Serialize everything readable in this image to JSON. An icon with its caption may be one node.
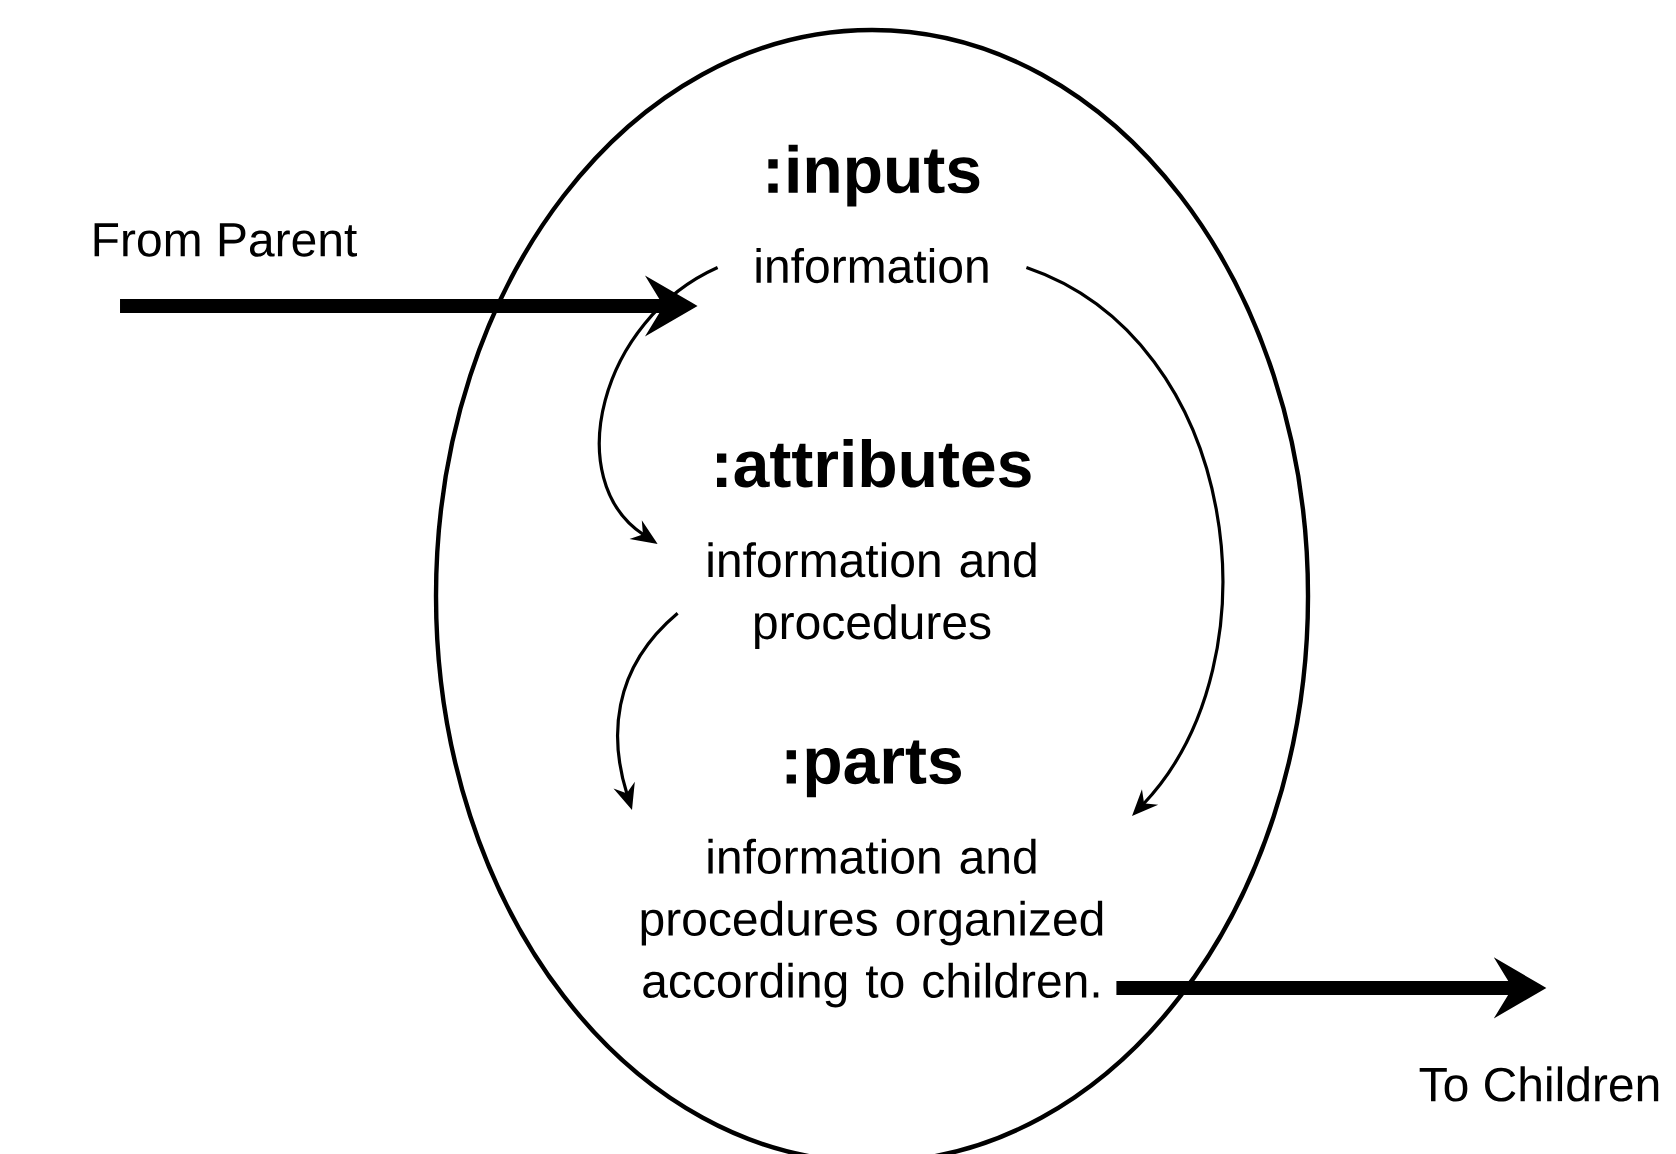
{
  "diagram": {
    "nodes": [
      {
        "text": [],
        "shape": "ellipse"
      },
      {
        "text": [
          ":inputs",
          "information"
        ],
        "in": 0
      },
      {
        "text": [
          ":attributes",
          "information and procedures"
        ],
        "in": 0
      },
      {
        "text": [
          ":parts",
          "information and procedures organized according to children."
        ],
        "in": 0
      }
    ],
    "edges": [
      {
        "from": null,
        "to": 1,
        "arrow": "to",
        "style": "thick",
        "label": "From Parent"
      },
      {
        "from": 1,
        "to": 2,
        "arrow": "to"
      },
      {
        "from": 1,
        "to": 3,
        "arrow": "to"
      },
      {
        "from": 2,
        "to": 3,
        "arrow": "to"
      },
      {
        "from": 3,
        "to": null,
        "arrow": "to",
        "style": "thick",
        "label": "To Children"
      }
    ]
  }
}
